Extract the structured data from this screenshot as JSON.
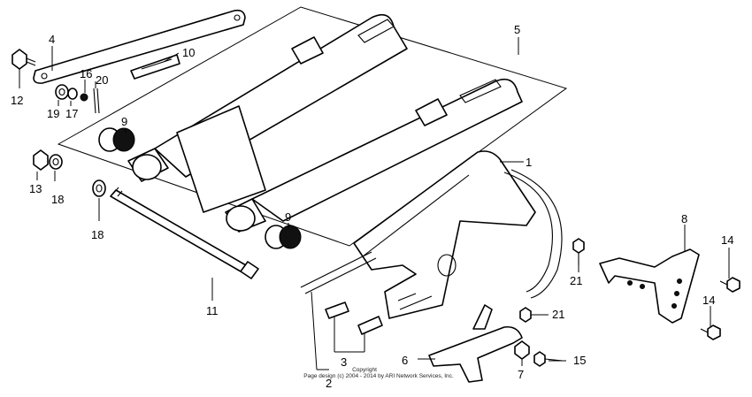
{
  "callouts": [
    {
      "id": "c1",
      "text": "1"
    },
    {
      "id": "c2",
      "text": "2"
    },
    {
      "id": "c3",
      "text": "3"
    },
    {
      "id": "c4",
      "text": "4"
    },
    {
      "id": "c5",
      "text": "5"
    },
    {
      "id": "c6",
      "text": "6"
    },
    {
      "id": "c7",
      "text": "7"
    },
    {
      "id": "c8",
      "text": "8"
    },
    {
      "id": "c9a",
      "text": "9"
    },
    {
      "id": "c9b",
      "text": "9"
    },
    {
      "id": "c10",
      "text": "10"
    },
    {
      "id": "c11",
      "text": "11"
    },
    {
      "id": "c12",
      "text": "12"
    },
    {
      "id": "c13",
      "text": "13"
    },
    {
      "id": "c14a",
      "text": "14"
    },
    {
      "id": "c14b",
      "text": "14"
    },
    {
      "id": "c15",
      "text": "15"
    },
    {
      "id": "c16",
      "text": "16"
    },
    {
      "id": "c17",
      "text": "17"
    },
    {
      "id": "c18a",
      "text": "18"
    },
    {
      "id": "c18b",
      "text": "18"
    },
    {
      "id": "c19",
      "text": "19"
    },
    {
      "id": "c20",
      "text": "20"
    },
    {
      "id": "c21a",
      "text": "21"
    },
    {
      "id": "c21b",
      "text": "21"
    }
  ],
  "copyright": {
    "line1": "Copyright",
    "line2": "Page design (c) 2004 - 2014 by ARI Network Services, Inc."
  }
}
